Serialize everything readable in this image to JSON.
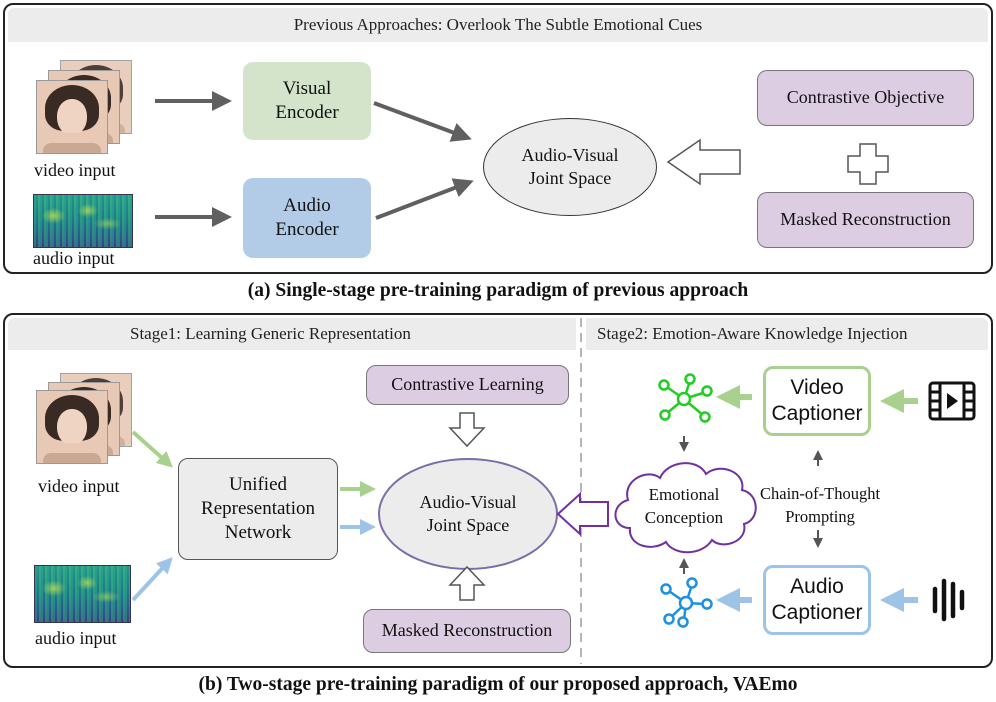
{
  "panel_a": {
    "header": "Previous Approaches: Overlook The Subtle Emotional Cues",
    "video_label": "video input",
    "audio_label": "audio input",
    "visual_encoder": "Visual\nEncoder",
    "audio_encoder": "Audio\nEncoder",
    "joint_space": "Audio-Visual\nJoint Space",
    "contrastive": "Contrastive Objective",
    "masked": "Masked Reconstruction",
    "caption": "(a) Single-stage pre-training  paradigm of previous approach"
  },
  "panel_b": {
    "stage1_header": "Stage1: Learning Generic Representation",
    "stage2_header": "Stage2: Emotion-Aware Knowledge Injection",
    "video_label": "video input",
    "audio_label": "audio input",
    "network": "Unified\nRepresentation\nNetwork",
    "joint_space": "Audio-Visual\nJoint Space",
    "contrastive": "Contrastive Learning",
    "masked": "Masked Reconstruction",
    "emotional": "Emotional\nConception",
    "video_captioner": "Video\nCaptioner",
    "audio_captioner": "Audio\nCaptioner",
    "cot": "Chain-of-Thought\nPrompting",
    "caption": "(b) Two-stage pre-training  paradigm of our proposed approach, VAEmo"
  },
  "colors": {
    "green": "#d3e4cb",
    "blue": "#b2cce8",
    "purple": "#ddcde3",
    "gray": "#ececec",
    "green_arrow": "#a9d18e",
    "blue_arrow": "#9dc3e6",
    "dark_purple": "#7030a0",
    "graph_green": "#22cc22",
    "graph_blue": "#1e90e0"
  },
  "icons": [
    "plus-icon",
    "film-icon",
    "waveform-icon",
    "knowledge-graph-icon"
  ]
}
